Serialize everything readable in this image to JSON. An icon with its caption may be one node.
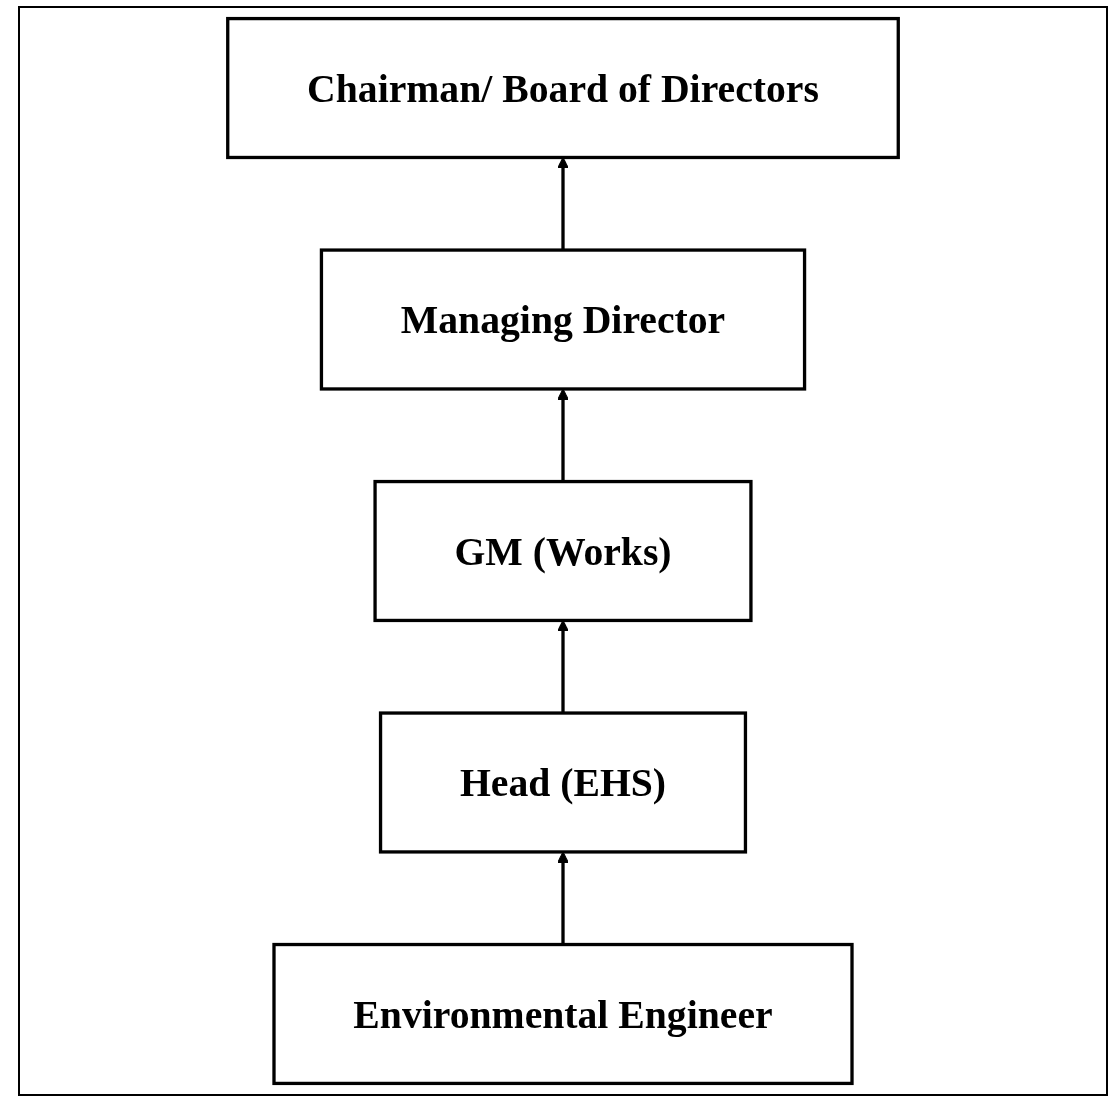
{
  "diagram": {
    "nodes": [
      {
        "text": [
          "Chairman/ Board of Directors"
        ]
      },
      {
        "text": [
          "Managing Director"
        ]
      },
      {
        "text": [
          "GM (Works)"
        ]
      },
      {
        "text": [
          "Head (EHS)"
        ]
      },
      {
        "text": [
          "Environmental Engineer"
        ]
      }
    ],
    "edges": [
      {
        "from": 1,
        "to": 0,
        "arrow": "to"
      },
      {
        "from": 2,
        "to": 1,
        "arrow": "to"
      },
      {
        "from": 3,
        "to": 2,
        "arrow": "to"
      },
      {
        "from": 4,
        "to": 3,
        "arrow": "to"
      }
    ]
  }
}
